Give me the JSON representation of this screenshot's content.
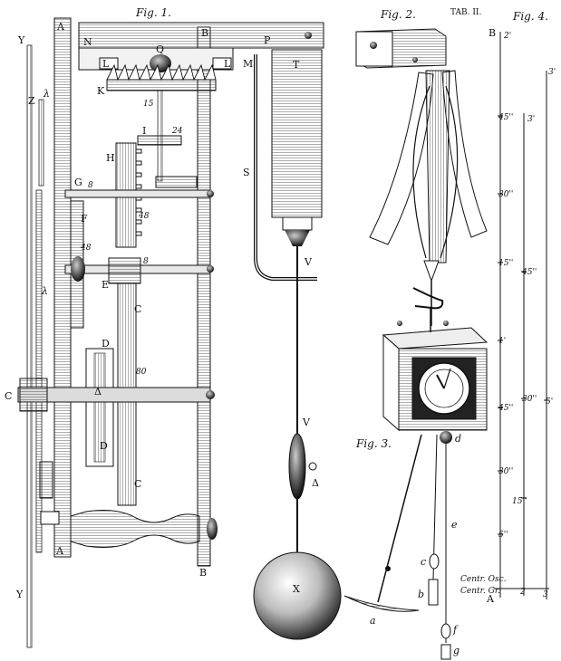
{
  "plate": {
    "tab_label": "TAB. II.",
    "fig1_title": "Fig. 1.",
    "fig2_title": "Fig. 2.",
    "fig3_title": "Fig. 3.",
    "fig4_title": "Fig. 4."
  },
  "fig1_labels": {
    "a": "A",
    "b_top": "B",
    "b_bottom": "B",
    "n": "N",
    "l": "L",
    "q": "Q",
    "m": "M",
    "p": "P",
    "t": "T",
    "k": "K",
    "i": "I",
    "h": "H",
    "g": "G",
    "f": "F",
    "e": "E",
    "c_top": "C",
    "c_bottom": "C",
    "d_top": "D",
    "d_bottom": "D",
    "delta": "Δ",
    "s": "S",
    "v_top": "V",
    "v_mid": "V",
    "delta_bob": "Δ",
    "x": "X",
    "y_top": "Y",
    "y_bottom": "Y",
    "z": "Z",
    "lambda_top": "λ",
    "lambda_mid": "λ",
    "c_left": "C",
    "n15": "15",
    "n24": "24",
    "n8_a": "8",
    "n8_b": "8",
    "n48_a": "48",
    "n48_b": "48",
    "n80": "80"
  },
  "fig3_labels": {
    "a": "a",
    "b": "b",
    "c": "c",
    "d": "d",
    "e": "e",
    "f": "f",
    "g": "g"
  },
  "fig4_scale": {
    "top_label": "B",
    "col1": [
      "2'",
      "45''",
      "30''",
      "15''",
      "1'",
      "45''",
      "30''",
      "15''",
      "5''"
    ],
    "col2": [
      "3'",
      "45''",
      "30''"
    ],
    "col3": [
      "3'",
      "5'"
    ],
    "bottom_1": "Centr. Osc.",
    "bottom_2": "Centr. Gr.",
    "bottom_a": "A",
    "bottom_2n": "2",
    "bottom_3": "3"
  }
}
